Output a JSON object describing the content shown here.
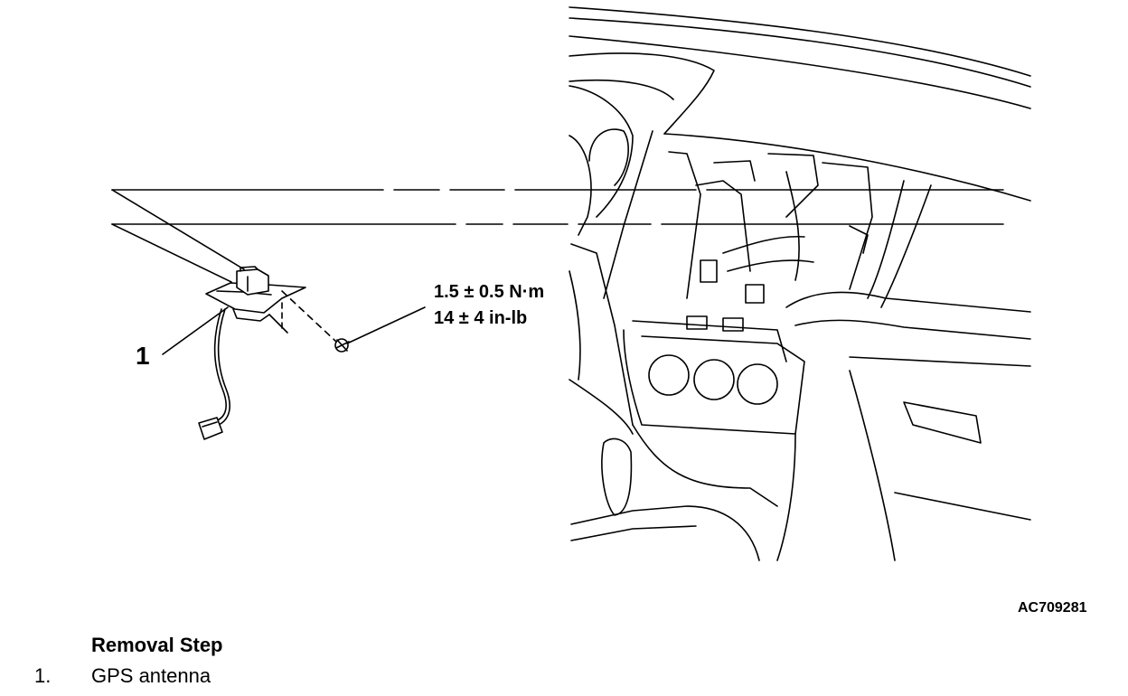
{
  "figure": {
    "id": "AC709281",
    "callout": "1",
    "torque": {
      "metric": "1.5 ± 0.5 N·m",
      "imperial": "14 ± 4 in-lb"
    }
  },
  "procedure": {
    "heading": "Removal Step",
    "steps": [
      {
        "number": "1.",
        "label": "GPS antenna"
      }
    ]
  }
}
